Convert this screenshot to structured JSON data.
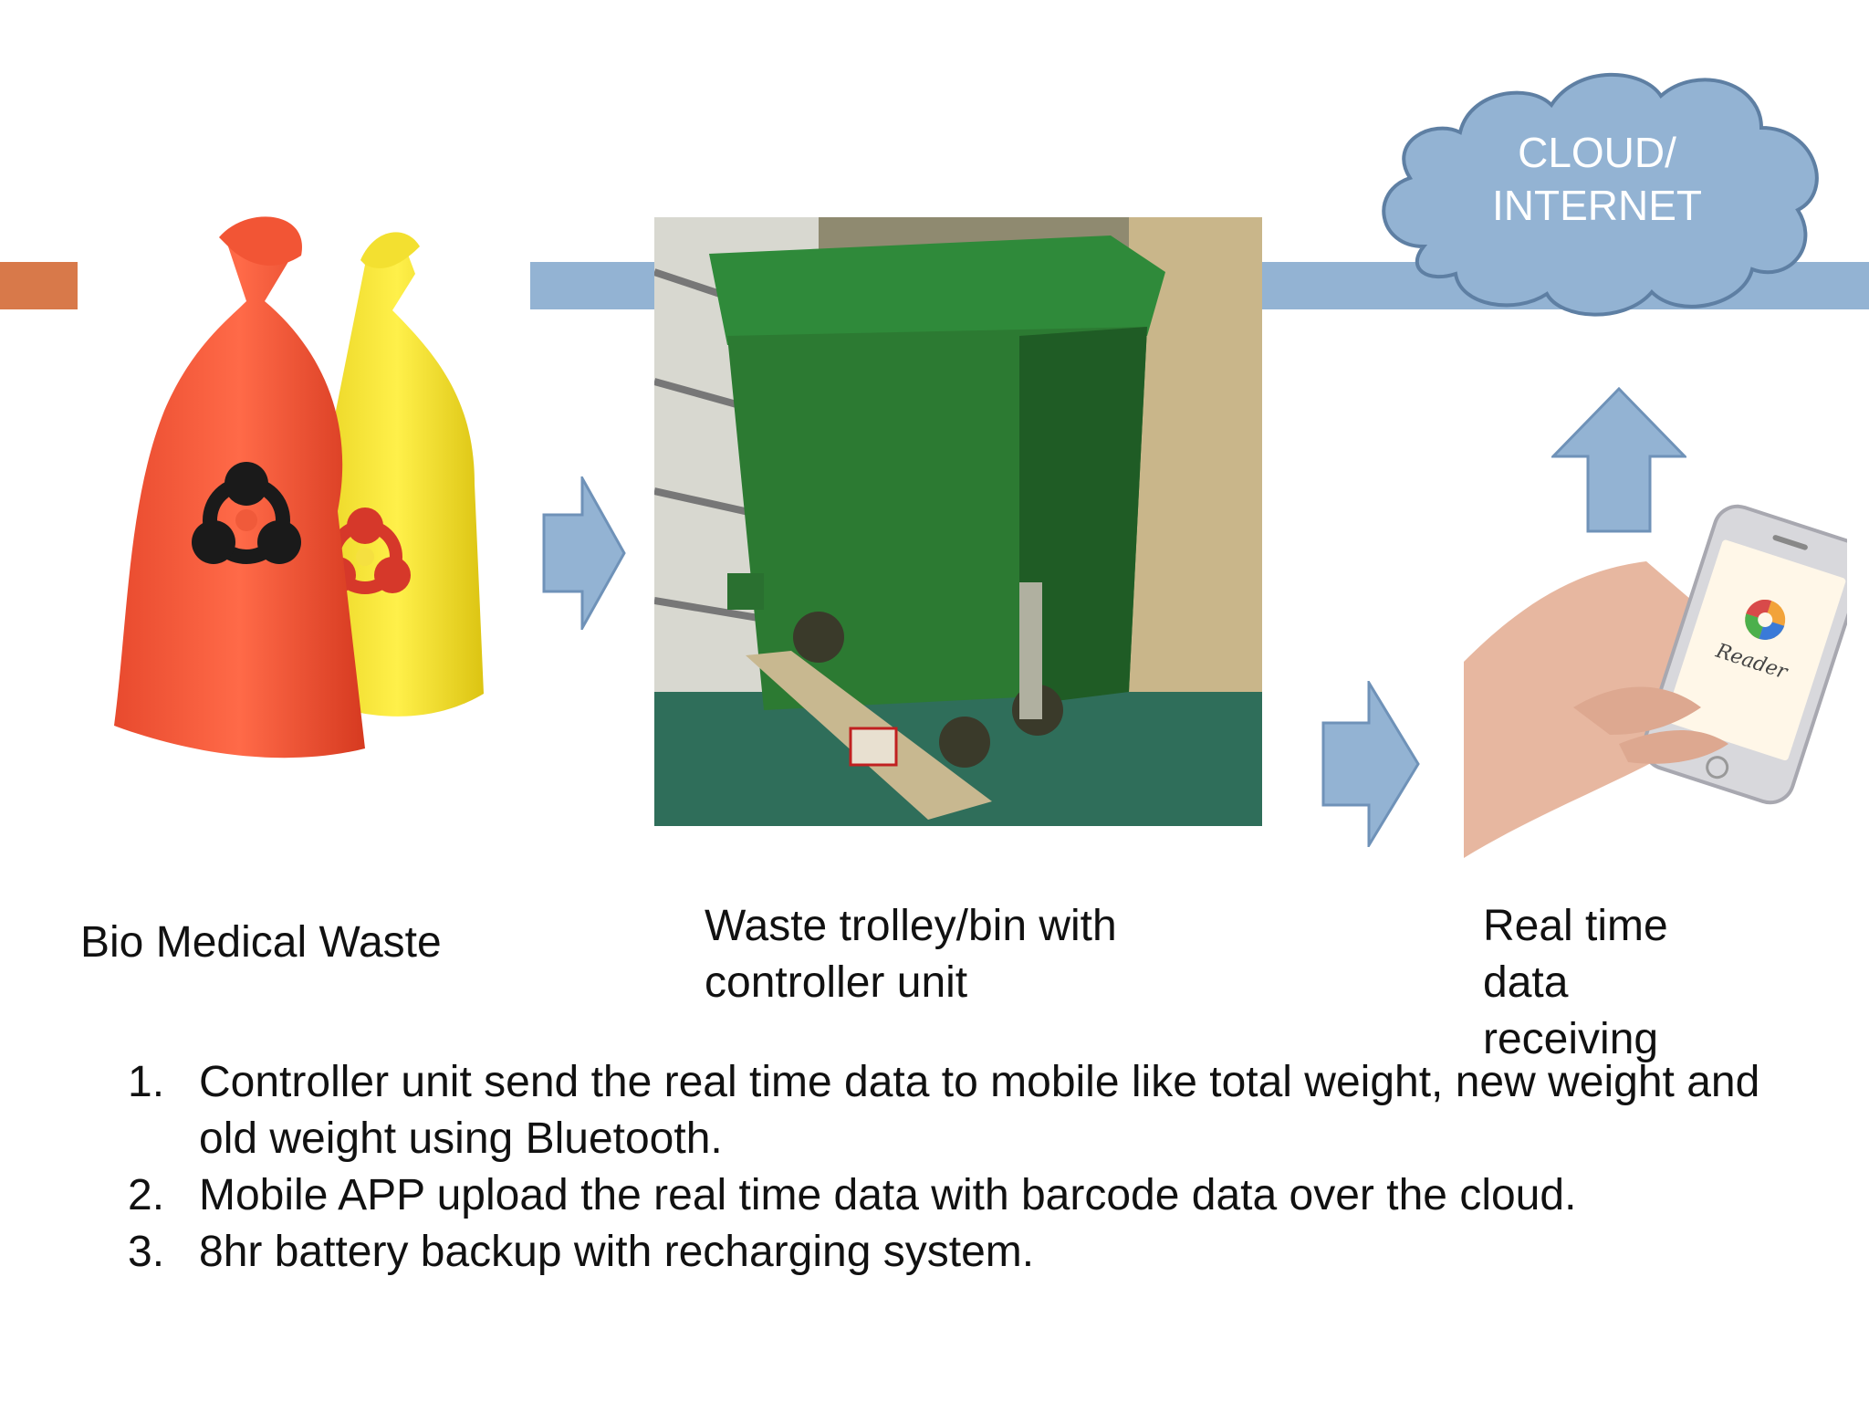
{
  "cloud": {
    "label": "CLOUD/\nINTERNET"
  },
  "stages": [
    {
      "label": "Bio Medical Waste",
      "image": "biohazard-waste-bags"
    },
    {
      "label": "Waste trolley/bin with\ncontroller unit",
      "image": "green-waste-bin"
    },
    {
      "label": "Real time\ndata\nreceiving",
      "image": "hand-holding-smartphone"
    }
  ],
  "phone_app_text": "Reader",
  "points": [
    {
      "num": "1.",
      "text": "Controller unit send the real time data to mobile like total weight, new weight and old weight using Bluetooth."
    },
    {
      "num": "2.",
      "text": "Mobile APP upload the real time data with barcode data over the cloud."
    },
    {
      "num": "3.",
      "text": "8hr battery backup with recharging system."
    }
  ],
  "colors": {
    "accent": "#D8794A",
    "flow": "#93B3D3",
    "cloud_fill": "#93B3D3",
    "cloud_stroke": "#5E7FA3",
    "arrow_stroke": "#6F92B8"
  }
}
